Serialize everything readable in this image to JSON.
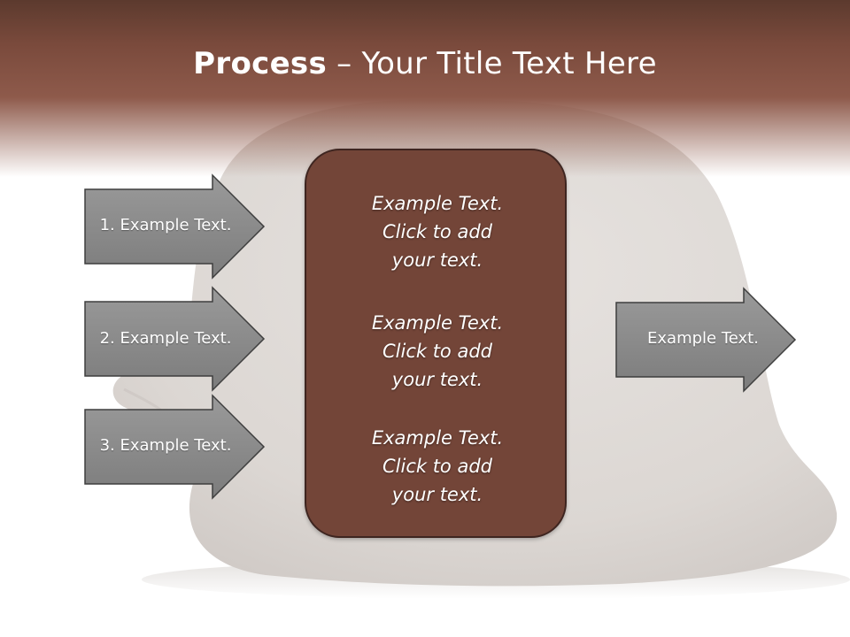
{
  "slide": {
    "title_bold": "Process",
    "title_rest": " – Your Title Text Here"
  },
  "left_arrows": [
    {
      "label": "1. Example Text."
    },
    {
      "label": "2. Example Text."
    },
    {
      "label": "3. Example Text."
    }
  ],
  "center_box": {
    "paragraphs": [
      {
        "line1": "Example Text.",
        "line2": "Click  to add",
        "line3": "your text."
      },
      {
        "line1": "Example Text.",
        "line2": "Click  to add",
        "line3": "your text."
      },
      {
        "line1": "Example Text.",
        "line2": "Click  to add",
        "line3": "your text."
      }
    ]
  },
  "right_arrow": {
    "label": "Example Text."
  },
  "colors": {
    "header": "#7a4a3c",
    "box_fill": "#734538",
    "arrow_fill": "#8a8a8a",
    "helmet": "#e0dcd9"
  },
  "icons": {
    "background": "helmet-image"
  }
}
